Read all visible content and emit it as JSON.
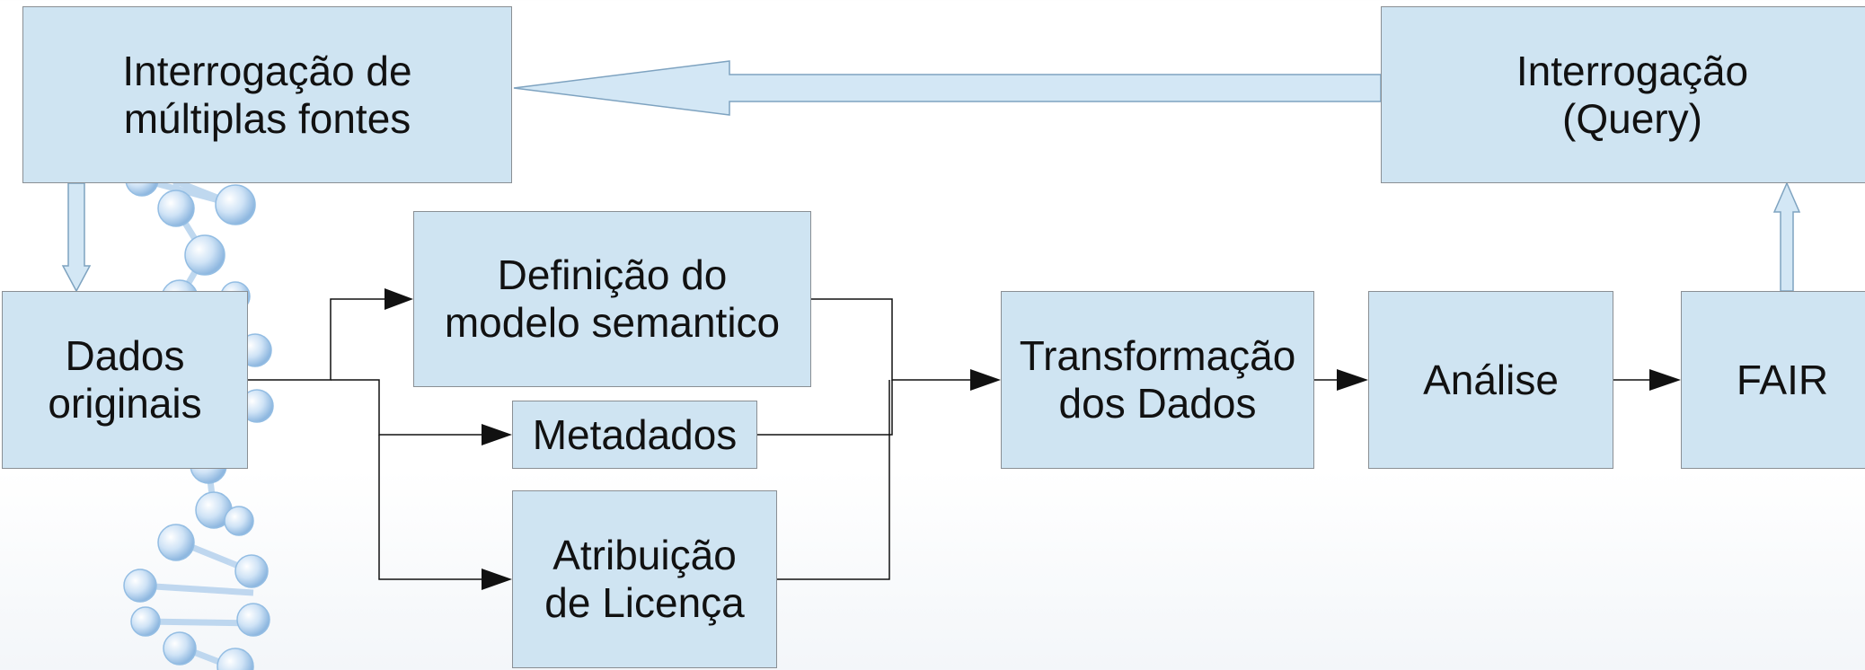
{
  "diagram": {
    "nodes": {
      "query_multi": {
        "label": "Interrogação de\nmúltiplas fontes"
      },
      "query": {
        "label": "Interrogação\n(Query)"
      },
      "dados_originais": {
        "label": "Dados\noriginais"
      },
      "modelo_semantico": {
        "label": "Definição do\nmodelo semantico"
      },
      "metadados": {
        "label": "Metadados"
      },
      "licenca": {
        "label": "Atribuição\nde Licença"
      },
      "transformacao": {
        "label": "Transformação\ndos Dados"
      },
      "analise": {
        "label": "Análise"
      },
      "fair": {
        "label": "FAIR"
      }
    },
    "edges": [
      {
        "from": "dados_originais",
        "to": "modelo_semantico"
      },
      {
        "from": "dados_originais",
        "to": "metadados"
      },
      {
        "from": "dados_originais",
        "to": "licenca"
      },
      {
        "from": "modelo_semantico",
        "to": "transformacao"
      },
      {
        "from": "metadados",
        "to": "transformacao"
      },
      {
        "from": "licenca",
        "to": "transformacao"
      },
      {
        "from": "transformacao",
        "to": "analise"
      },
      {
        "from": "analise",
        "to": "fair"
      },
      {
        "from": "fair",
        "to": "query"
      },
      {
        "from": "query",
        "to": "query_multi"
      },
      {
        "from": "query_multi",
        "to": "dados_originais"
      }
    ],
    "colors": {
      "box_fill": "#cfe4f2",
      "box_border": "#8a8f94",
      "connector": "#111111",
      "block_arrow_fill": "#d3e7f5",
      "block_arrow_stroke": "#7ea3c0",
      "dna_bead": "#a9ccec"
    },
    "icons": {
      "background": "dna-helix-icon"
    }
  }
}
